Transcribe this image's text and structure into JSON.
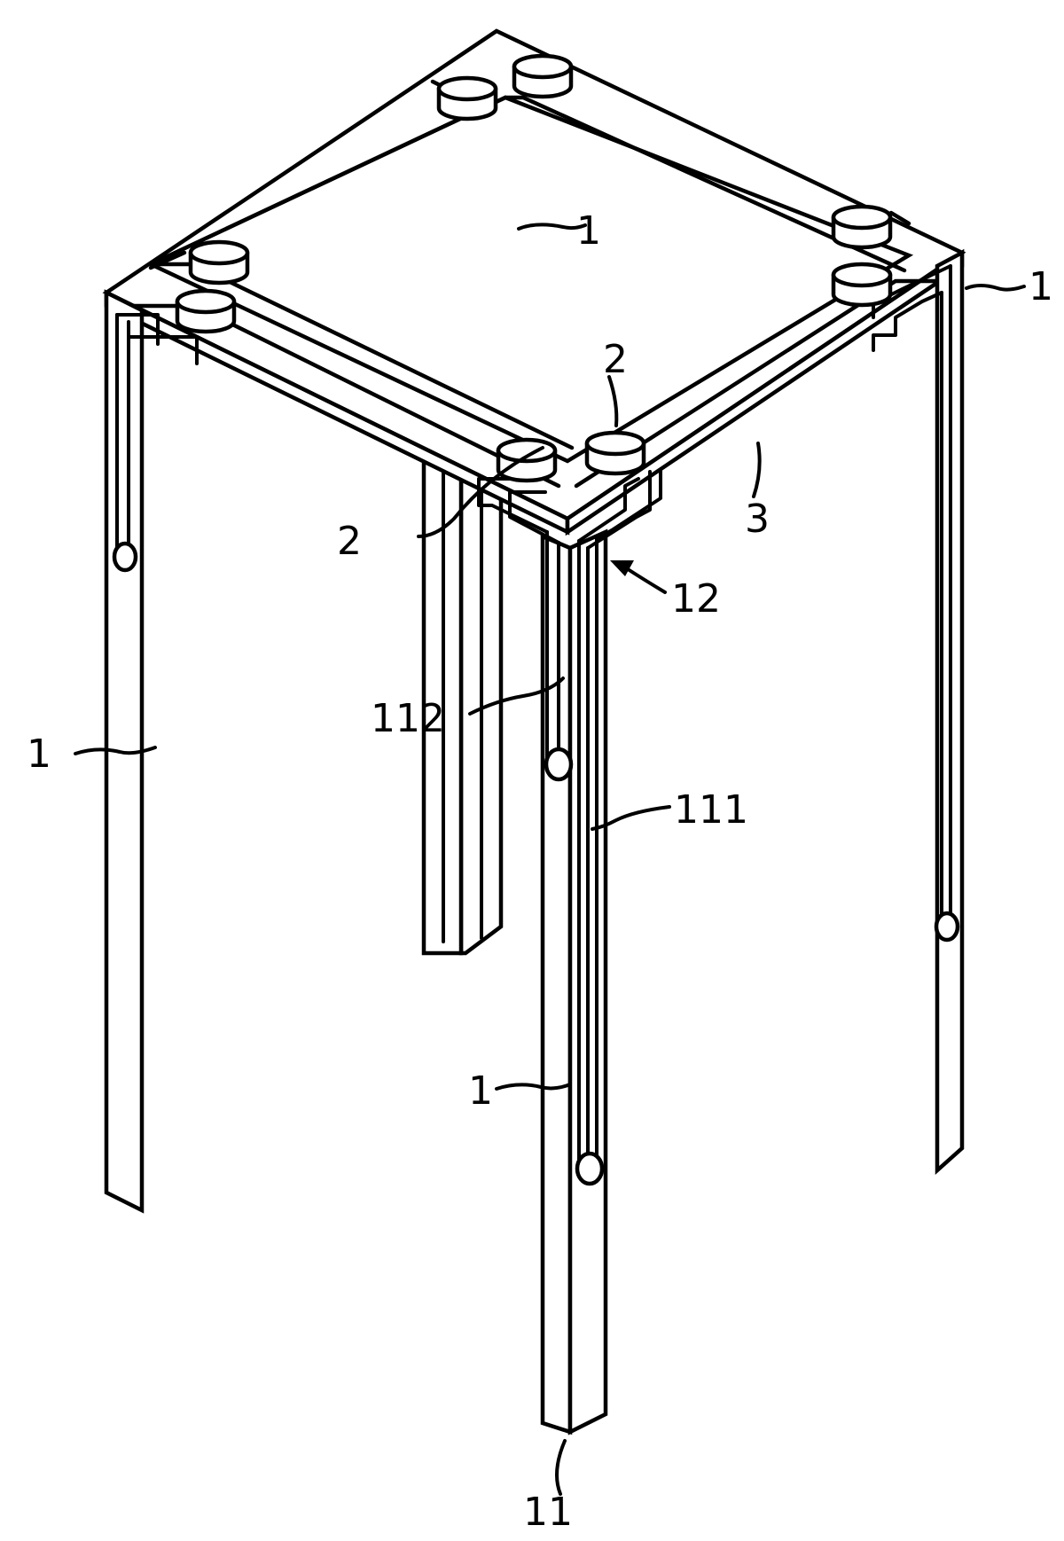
{
  "figure": {
    "labels": {
      "leg_back": "1",
      "leg_right": "1",
      "leg_left": "1",
      "leg_front": "1",
      "stud_upper": "2",
      "stud_lower": "2",
      "plate": "3",
      "arrow": "12",
      "trace_inner": "112",
      "trace_outer": "111",
      "leg_end": "11"
    }
  }
}
